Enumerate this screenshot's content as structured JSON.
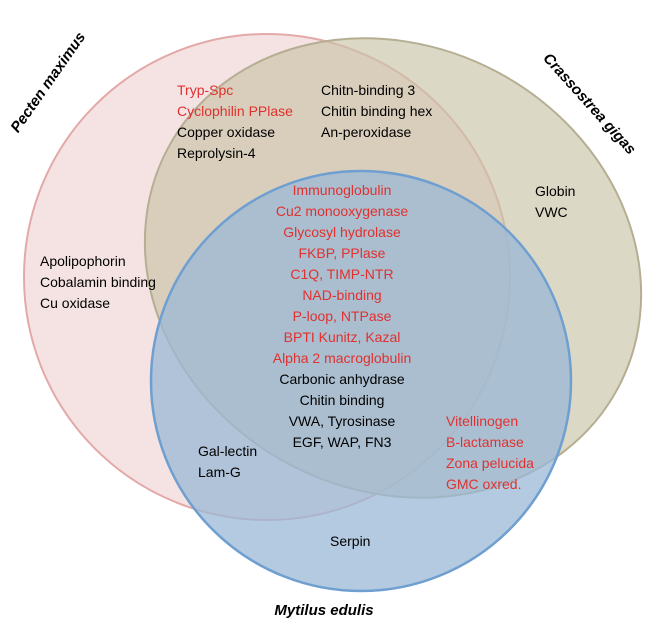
{
  "colors": {
    "pecten_fill": "#f2dada",
    "pecten_stroke": "#e3a9a9",
    "crassostrea_fill": "#c9c3a8",
    "crassostrea_stroke": "#b5ae92",
    "mytilus_fill": "#9ab8d6",
    "mytilus_stroke": "#6f9fd0",
    "text_default": "#000000",
    "text_highlight": "#e0312f"
  },
  "species": {
    "pecten": "Pecten maximus",
    "crassostrea": "Crassostrea gigas",
    "mytilus": "Mytilus edulis"
  },
  "regions": {
    "pecten_crassostrea": {
      "red": [
        "Tryp-Spc",
        "Cyclophilin PPlase"
      ],
      "black": [
        "Copper oxidase",
        "Reprolysin-4"
      ]
    },
    "crassostrea_top": [
      "Chitn-binding 3",
      "Chitin binding hex",
      "An-peroxidase"
    ],
    "crassostrea_only": [
      "Globin",
      "VWC"
    ],
    "pecten_only": [
      "Apolipophorin",
      "Cobalamin binding",
      "Cu oxidase"
    ],
    "all_three": {
      "red": [
        "Immunoglobulin",
        "Cu2 monooxygenase",
        "Glycosyl hydrolase",
        "FKBP, PPlase",
        "C1Q, TIMP-NTR",
        "NAD-binding",
        "P-loop, NTPase",
        "BPTI Kunitz, Kazal",
        "Alpha 2 macroglobulin"
      ],
      "black": [
        "Carbonic anhydrase",
        "Chitin binding",
        "VWA, Tyrosinase",
        "EGF, WAP, FN3"
      ]
    },
    "pecten_mytilus": [
      "Gal-lectin",
      "Lam-G"
    ],
    "crassostrea_mytilus": [
      "Vitellinogen",
      "B-lactamase",
      "Zona pelucida",
      "GMC oxred."
    ],
    "mytilus_only": [
      "Serpin"
    ]
  }
}
